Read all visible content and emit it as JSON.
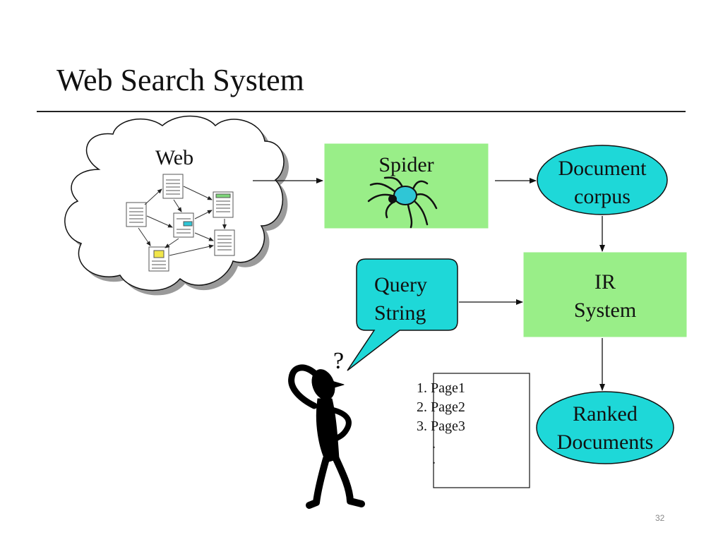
{
  "slide": {
    "title": "Web Search System",
    "page_number": "32"
  },
  "diagram": {
    "web_cloud": {
      "label": "Web"
    },
    "spider_box": {
      "label": "Spider"
    },
    "document_corpus": {
      "line1": "Document",
      "line2": "corpus"
    },
    "ir_system": {
      "line1": "IR",
      "line2": "System"
    },
    "query_bubble": {
      "line1": "Query",
      "line2": "String"
    },
    "ranked_documents": {
      "line1": "Ranked",
      "line2": "Documents"
    },
    "thinking_mark": "?",
    "results_list": {
      "items": [
        "1. Page1",
        "2. Page2",
        "3. Page3"
      ],
      "continuation": ".\n."
    }
  },
  "colors": {
    "green_box": "#99ee88",
    "cyan_node": "#1ed8d8",
    "cloud_shadow": "#9a9a9a",
    "outline": "#111111"
  }
}
